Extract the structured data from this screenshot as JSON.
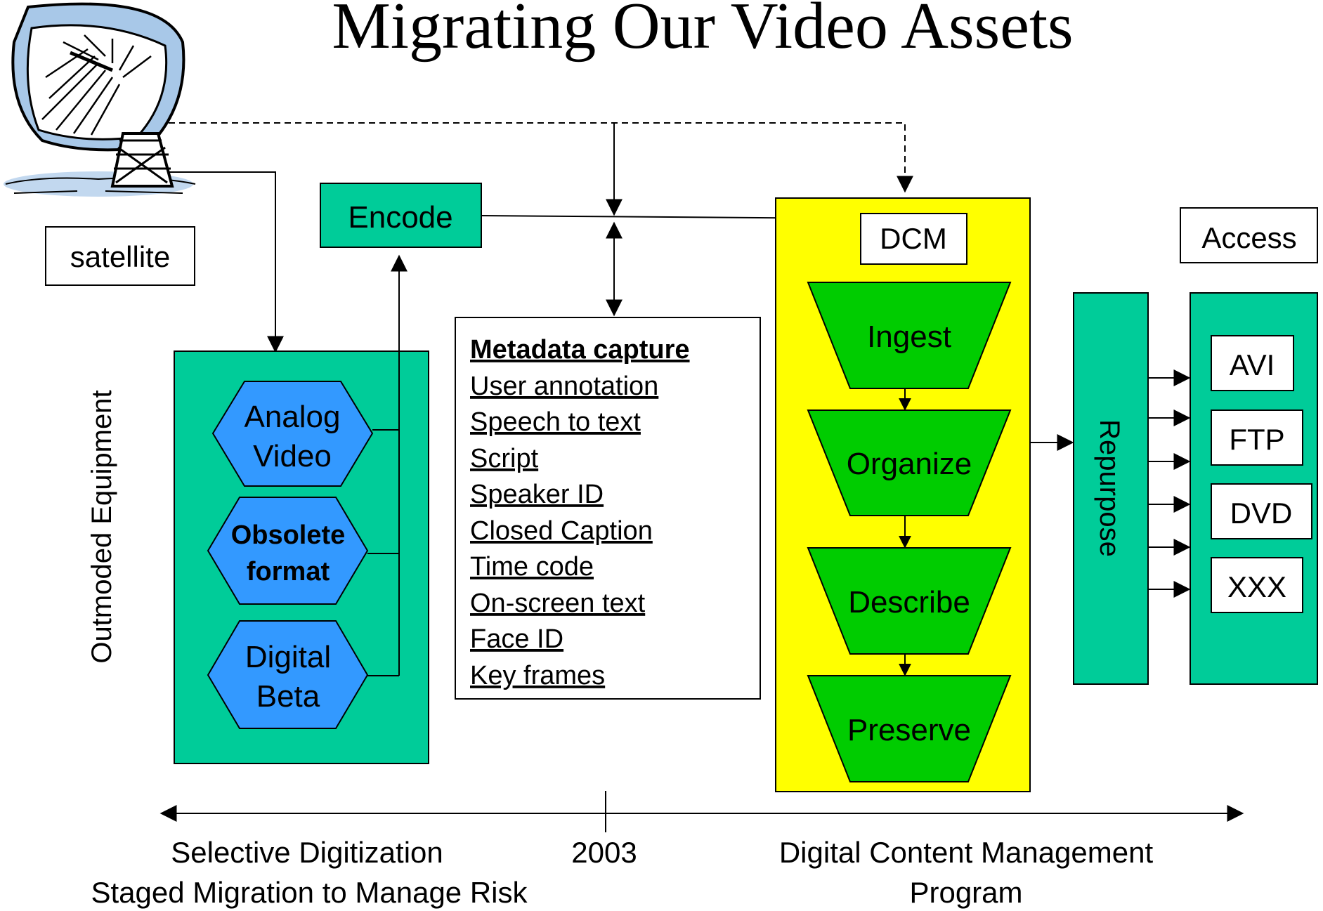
{
  "title": "Migrating Our Video Assets",
  "satellite_label": "satellite",
  "encode_label": "Encode",
  "outmoded_label": "Outmoded Equipment",
  "formats": {
    "analog": [
      "Analog",
      "Video"
    ],
    "obsolete": [
      "Obsolete",
      "format"
    ],
    "digital": [
      "Digital",
      "Beta"
    ]
  },
  "metadata": {
    "heading": "Metadata capture",
    "items": [
      "User annotation",
      "Speech to text",
      "Script",
      "Speaker ID",
      "Closed Caption",
      "Time code",
      "On-screen text",
      "Face ID",
      "Key frames"
    ]
  },
  "dcm": {
    "label": "DCM",
    "steps": [
      "Ingest",
      "Organize",
      "Describe",
      "Preserve"
    ]
  },
  "repurpose_label": "Repurpose",
  "access": {
    "label": "Access",
    "items": [
      "AVI",
      "FTP",
      "DVD",
      "XXX"
    ]
  },
  "timeline": {
    "left_line1": "Selective Digitization",
    "left_line2": "Staged Migration to Manage Risk",
    "center": "2003",
    "right_line1": "Digital Content Management",
    "right_line2": "Program"
  },
  "colors": {
    "teal": "#00cc99",
    "hex_blue": "#3399ff",
    "yellow": "#ffff00",
    "green": "#00cc00",
    "dish_blue": "#a8c8e8"
  }
}
